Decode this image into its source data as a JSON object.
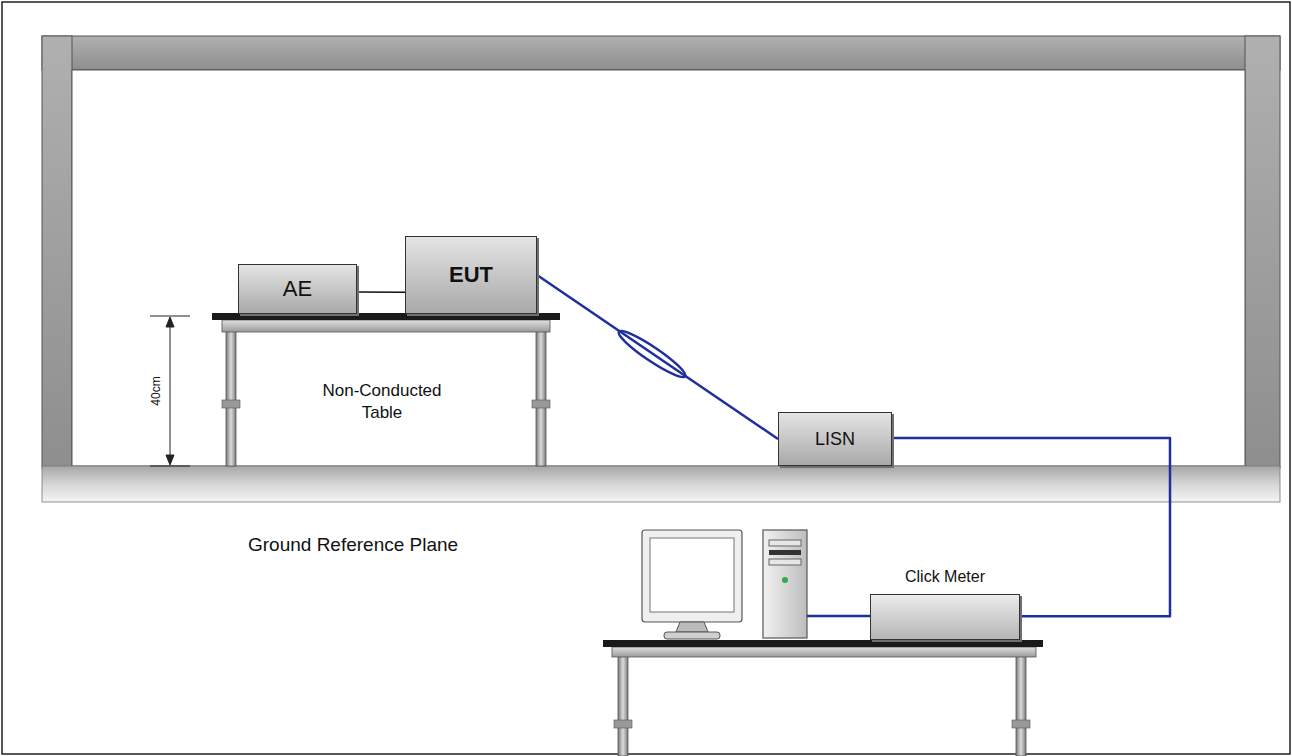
{
  "diagram": {
    "nodes": [
      {
        "text": [
          "AE"
        ]
      },
      {
        "text": [
          "EUT"
        ]
      },
      {
        "text": [
          "LISN"
        ]
      },
      {
        "text": [
          "Click Meter"
        ]
      }
    ],
    "edges": [
      {
        "from": 0,
        "to": 1,
        "arrow": "none"
      },
      {
        "from": 1,
        "to": 2,
        "arrow": "none"
      },
      {
        "from": 2,
        "to": 3,
        "arrow": "none"
      }
    ],
    "labels": [
      "40cm",
      "Non-Conducted Table",
      "Ground Reference Plane"
    ]
  }
}
